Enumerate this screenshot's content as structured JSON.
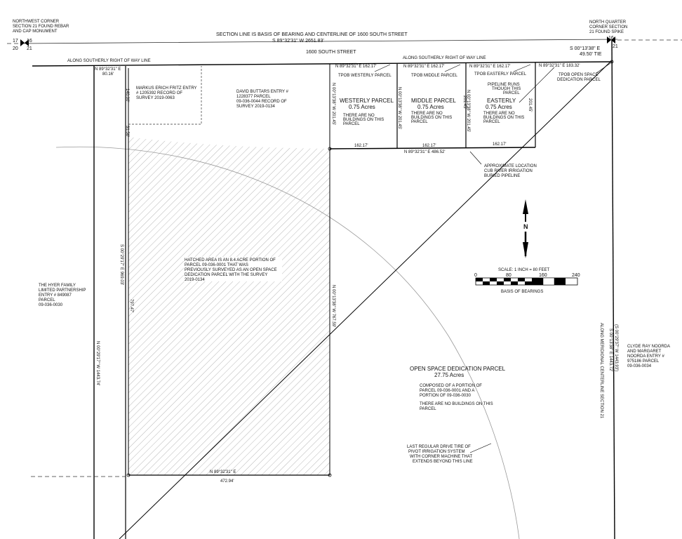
{
  "corners": {
    "northwest": [
      "NORTHWEST CORNER",
      "SECTION 21 FOUND REBAR",
      "AND CAP MONUMENT"
    ],
    "north_quarter": [
      "NORTH QUARTER",
      "CORNER SECTION",
      "21 FOUND SPIKE"
    ],
    "nw_section_numbers": [
      "17",
      "16",
      "20",
      "21"
    ],
    "nq_section_numbers": [
      "16",
      "21"
    ]
  },
  "section_line": {
    "note": "SECTION LINE IS BASIS OF BEARING AND CENTERLINE OF 1600 SOUTH STREET",
    "bearing": "S 89°32'31\" W  2651.83'"
  },
  "tie": {
    "bearing": "S 00°13'38\" E",
    "distance": "49.50' TIE"
  },
  "street": "1600 SOUTH STREET",
  "row_label": "ALONG SOUTHERLY RIGHT OF WAY LINE",
  "row_label_2": "ALONG SOUTHERLY RIGHT OF WAY LINE",
  "west_strip": {
    "bearing": "N 89°32'31\" E",
    "distance": "80.16'"
  },
  "markus": [
    "MARKUS ERICH FRITZ ENTRY",
    "# 1205392 RECORD OF",
    "SURVEY 2019-0063"
  ],
  "david": [
    "DAVID BUTTARS ENTRY #",
    "1228377 PARCEL",
    "09-036-0044 RECORD OF",
    "SURVEY 2019-0134"
  ],
  "dims": {
    "d140": "140.00'",
    "d31": "31.56'",
    "west_line": "S 00°29'17\" E  969.03'",
    "d797": "797.47'",
    "hatch_east": "N 00°13'38\" W  767.59'",
    "hatch_south_bearing": "N 89°32'31\" E",
    "hatch_south_dist": "472.94'",
    "far_west": "N 00°29'17\" W  1443.74'",
    "parcel_height": "N 00°13'38\" W  201.45'",
    "p201": "201.45'",
    "bottom_bearing": "N 89°32'31\" E  486.52'"
  },
  "parcels": [
    {
      "top": "N 89°32'31\" E  162.17'",
      "tpob": "TPOB WESTERLY PARCEL",
      "name": "WESTERLY PARCEL",
      "acres": "0.75 Acres",
      "note": [
        "THERE ARE NO",
        "BUILDINGS ON THIS",
        "PARCEL"
      ],
      "bottom": "162.17'"
    },
    {
      "top": "N 89°32'31\" E  162.17'",
      "tpob": "TPOB MIDDLE PARCEL",
      "name": "MIDDLE PARCEL",
      "acres": "0.75 Acres",
      "note": [
        "THERE ARE NO",
        "BUILDINGS ON THIS",
        "PARCEL"
      ],
      "bottom": "162.17'"
    },
    {
      "top": "N 89°32'31\" E  162.17'",
      "tpob": "TPOB EASTERLY PARCEL",
      "name": "EASTERLY",
      "acres": "0.75 Acres",
      "note": [
        "THERE ARE NO",
        "BUILDINGS ON THIS",
        "PARCEL"
      ],
      "bottom": "162.17'"
    }
  ],
  "pipeline_note": [
    "PIPELINE RUNS",
    "THOUGH THIS",
    "PARCEL"
  ],
  "open_space_top": "N 89°32'31\" E  183.32'",
  "tpob_open": [
    "TPOB OPEN SPACE",
    "DEDICATION PARCEL"
  ],
  "pipeline_label": [
    "APPROXIMATE LOCATION",
    "CUB RIVER IRRIGATION",
    "BURIED PIPELINE"
  ],
  "hatch_note": [
    "HATCHED AREA IS AN 8.4 ACRE PORTION OF",
    "PARCEL 09-036-0001 THAT WAS",
    "PREVIOUSLY SURVEYED AS AN OPEN SPACE",
    "DEDICATION PARCEL WITH THE SURVEY",
    "2019-0134"
  ],
  "hyer": [
    "THE HYER FAMILY",
    "LIMITED PARTNERSHIP",
    "ENTRY # 849087",
    "PARCEL",
    "09-036-0030"
  ],
  "north": "N",
  "scale": {
    "label": "SCALE: 1 INCH = 80 FEET",
    "ticks": [
      "0",
      "80",
      "160",
      "240"
    ],
    "basis": "BASIS OF BEARINGS"
  },
  "open_space": {
    "title": "OPEN SPACE DEDICATION PARCEL",
    "acres": "27.75 Acres",
    "composed": [
      "COMPOSED OF A PORTION OF",
      "PARCEL 09-036-0001 AND A",
      "PORTION OF 09-036-0030"
    ],
    "no_buildings": [
      "THERE ARE NO BUILDINGS ON THIS",
      "PARCEL"
    ]
  },
  "pivot": [
    "LAST REGULAR DRIVE TIRE OF",
    "PIVOT IRRIGATION SYSTEM",
    "WITH CORNER MACHINE THAT",
    "EXTENDS BEYOND THIS LINE"
  ],
  "east": {
    "record": "(S 00°29'37\" W 1443.93')",
    "measured": "S 00°13'38\" E 1443.72'",
    "along": "ALONG MERIDIONAL CENTERLINE SECTION 21"
  },
  "noorda": [
    "CLYDE RAY NOORDA",
    "AND MARGARET",
    "NOORDA ENTRY #",
    "975186 PARCEL",
    "09-036-0034"
  ]
}
